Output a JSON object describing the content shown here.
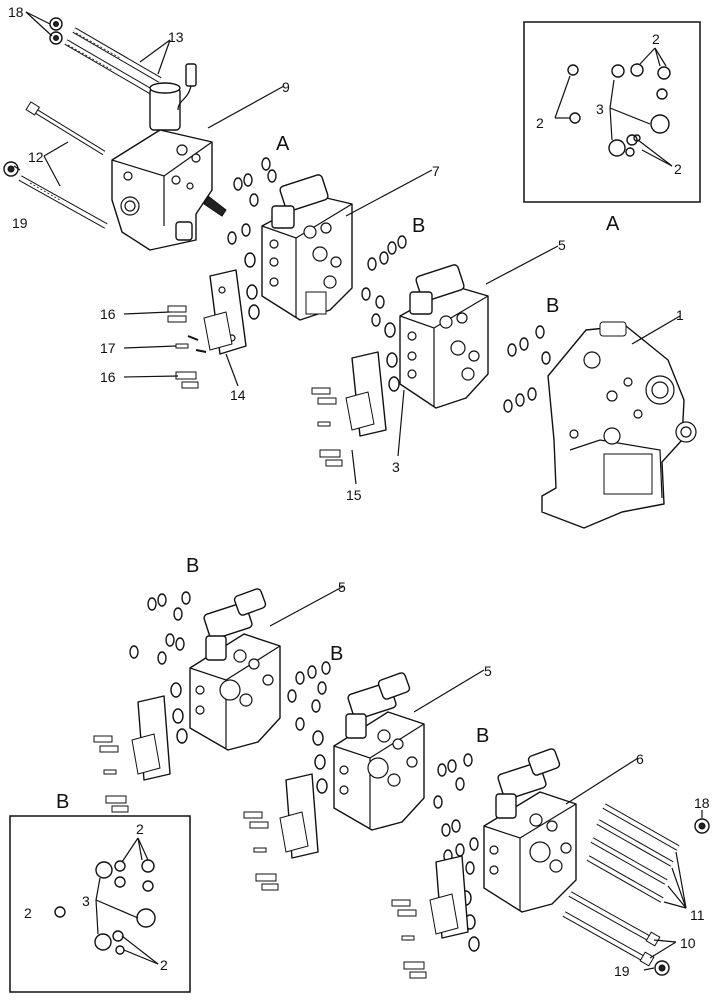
{
  "callouts": {
    "c1": "1",
    "c2": "2",
    "c3": "3",
    "c5": "5",
    "c6": "6",
    "c7": "7",
    "c9": "9",
    "c10": "10",
    "c11": "11",
    "c12": "12",
    "c13": "13",
    "c14": "14",
    "c15": "15",
    "c16": "16",
    "c17": "17",
    "c18": "18",
    "c19": "19"
  },
  "section_labels": {
    "A": "A",
    "B": "B"
  },
  "detail_A": {
    "title": "A",
    "labels": [
      "2",
      "3",
      "2",
      "2"
    ]
  },
  "detail_B": {
    "title": "B",
    "labels": [
      "2",
      "2",
      "3",
      "2"
    ]
  }
}
